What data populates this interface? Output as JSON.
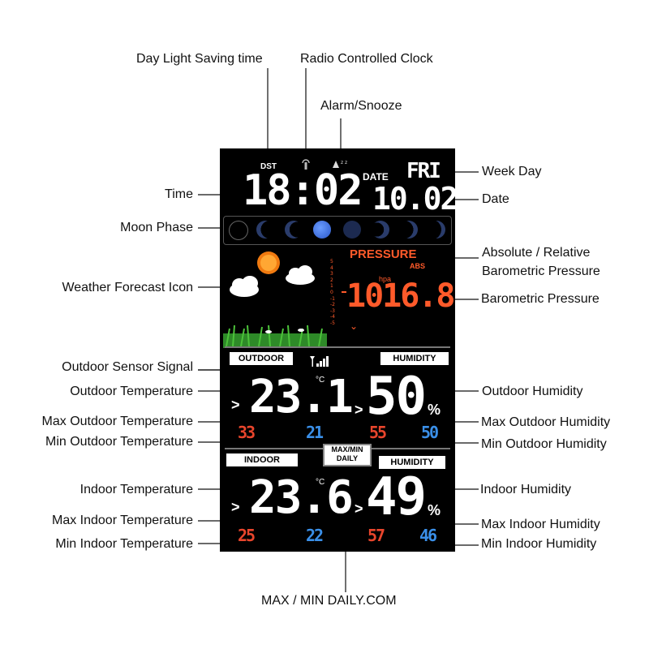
{
  "labels": {
    "dst": "Day Light Saving time",
    "radio": "Radio Controlled Clock",
    "alarm": "Alarm/Snooze",
    "time": "Time",
    "week_day": "Week Day",
    "date": "Date",
    "moon_phase": "Moon Phase",
    "abs_rel_1": "Absolute / Relative",
    "abs_rel_2": "Barometric Pressure",
    "forecast_icon": "Weather Forecast Icon",
    "barometric": "Barometric Pressure",
    "outdoor_signal": "Outdoor Sensor Signal",
    "outdoor_temp": "Outdoor Temperature",
    "outdoor_humidity": "Outdoor Humidity",
    "max_outdoor_temp": "Max Outdoor Temperature",
    "max_outdoor_humidity": "Max Outdoor Humidity",
    "min_outdoor_temp": "Min Outdoor Temperature",
    "min_outdoor_humidity": "Min Outdoor Humidity",
    "indoor_temp": "Indoor Temperature",
    "indoor_humidity": "Indoor Humidity",
    "max_indoor_temp": "Max Indoor Temperature",
    "max_indoor_humidity": "Max Indoor Humidity",
    "min_indoor_temp": "Min Indoor Temperature",
    "min_indoor_humidity": "Min Indoor Humidity",
    "max_min_daily": "MAX / MIN DAILY.COM"
  },
  "screen": {
    "dst": "DST",
    "time": "18:02",
    "date_label": "DATE",
    "weekday": "FRI",
    "date": "10.02",
    "pressure_title": "PRESSURE",
    "abs": "ABS",
    "hpa": "hpa",
    "pressure_value": "1016.8",
    "pressure_scale": [
      "5",
      "4",
      "3",
      "2",
      "1",
      "0",
      "-1",
      "-2",
      "-3",
      "-4",
      "-5"
    ],
    "outdoor_tag": "OUTDOOR",
    "humidity_tag": "HUMIDITY",
    "outdoor_temp": "23.1",
    "temp_unit": "°C",
    "outdoor_hum": "50",
    "hum_unit": "%",
    "outdoor_temp_max": "33",
    "outdoor_temp_min": "21",
    "outdoor_hum_max": "55",
    "outdoor_hum_min": "50",
    "maxmin_line1": "MAX/MIN",
    "maxmin_line2": "DAILY",
    "indoor_tag": "INDOOR",
    "indoor_temp": "23.6",
    "indoor_hum": "49",
    "indoor_temp_max": "25",
    "indoor_temp_min": "22",
    "indoor_hum_max": "57",
    "indoor_hum_min": "46",
    "arrow": ">"
  },
  "colors": {
    "max": "#e8452c",
    "min": "#3a8fe8",
    "pressure": "#ff5a2a",
    "sun": "#f07a10",
    "grass": "#4cc23a"
  }
}
